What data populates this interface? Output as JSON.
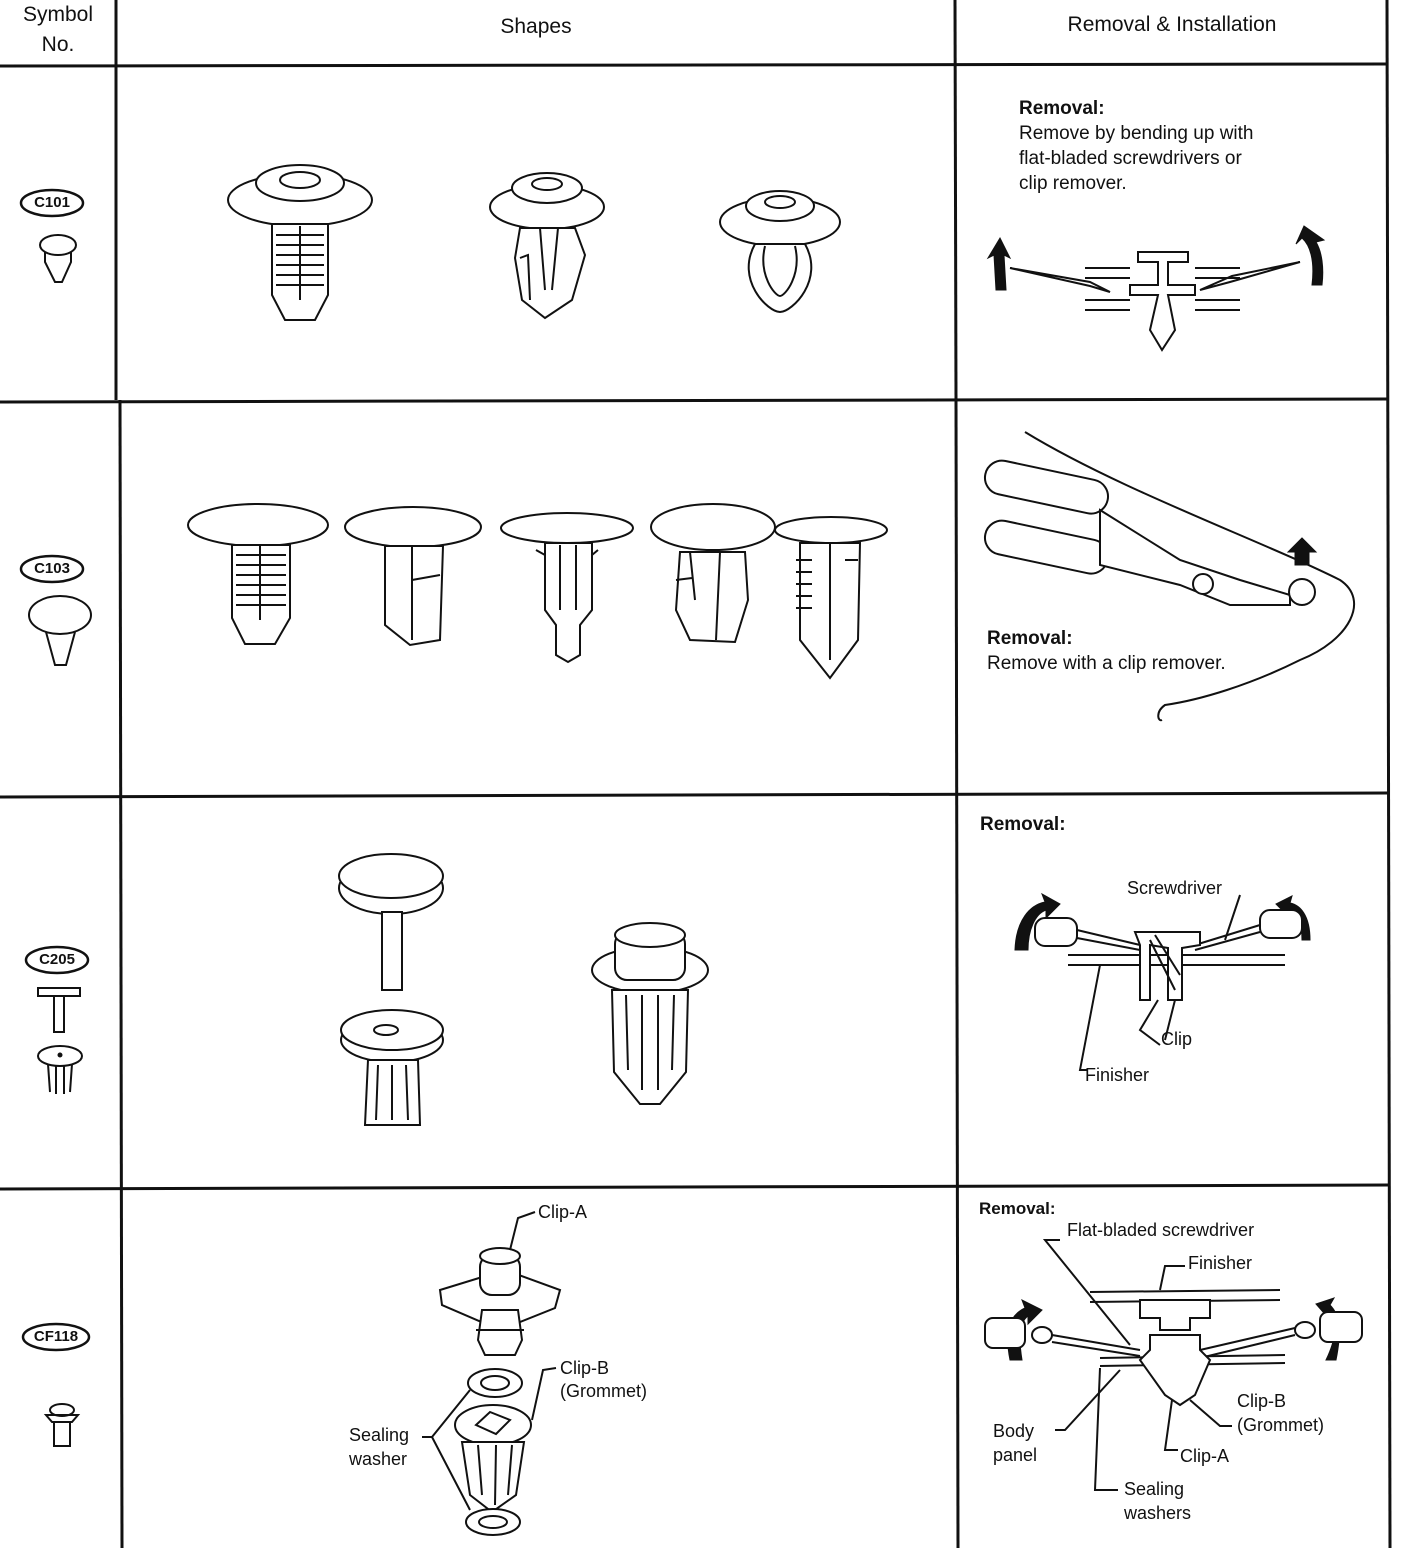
{
  "header": {
    "symbol_line1": "Symbol",
    "symbol_line2": "No.",
    "shapes": "Shapes",
    "removal_installation": "Removal & Installation"
  },
  "rows": [
    {
      "symbol": "C101",
      "removal_title": "Removal:",
      "removal_lines": [
        "Remove by bending up with",
        "flat-bladed screwdrivers or",
        "clip remover."
      ]
    },
    {
      "symbol": "C103",
      "removal_title": "Removal:",
      "removal_lines": [
        "Remove with a clip remover."
      ]
    },
    {
      "symbol": "C205",
      "removal_title": "Removal:",
      "labels": {
        "screwdriver": "Screwdriver",
        "clip": "Clip",
        "finisher": "Finisher"
      }
    },
    {
      "symbol": "CF118",
      "removal_title": "Removal:",
      "shape_labels": {
        "clip_a": "Clip-A",
        "clip_b": "Clip-B",
        "grommet": "(Grommet)",
        "sealing": "Sealing",
        "washer": "washer"
      },
      "labels": {
        "flat_bladed": "Flat-bladed screwdriver",
        "finisher": "Finisher",
        "body": "Body",
        "panel": "panel",
        "clip_b": "Clip-B",
        "grommet": "(Grommet)",
        "clip_a": "Clip-A",
        "sealing": "Sealing",
        "washers": "washers"
      }
    }
  ]
}
